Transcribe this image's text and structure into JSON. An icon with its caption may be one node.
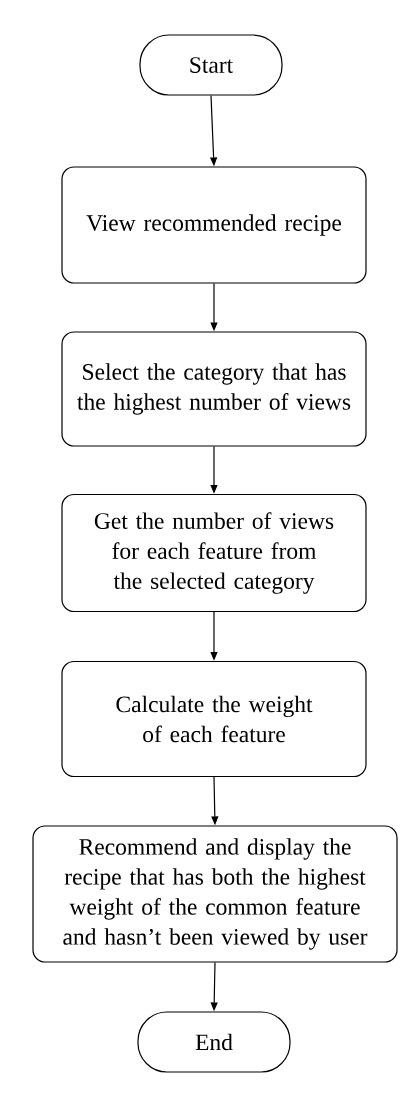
{
  "diagram": {
    "nodes": [
      {
        "text": [
          "Start"
        ]
      },
      {
        "text": [
          "View recommended recipe"
        ]
      },
      {
        "text": [
          "Select the category that has the highest number of views"
        ]
      },
      {
        "text": [
          "Get the number of views for each feature from the selected category"
        ]
      },
      {
        "text": [
          "Calculate the weight of each feature"
        ]
      },
      {
        "text": [
          "Recommend and display the recipe that has both the highest weight of the common feature and hasn’t been viewed by user"
        ]
      },
      {
        "text": [
          "End"
        ]
      }
    ],
    "edges": [
      {
        "from": 0,
        "to": 1,
        "arrow": "to"
      },
      {
        "from": 1,
        "to": 2,
        "arrow": "to"
      },
      {
        "from": 2,
        "to": 3,
        "arrow": "to"
      },
      {
        "from": 3,
        "to": 4,
        "arrow": "to"
      },
      {
        "from": 4,
        "to": 5,
        "arrow": "to"
      },
      {
        "from": 5,
        "to": 6,
        "arrow": "to"
      }
    ]
  }
}
